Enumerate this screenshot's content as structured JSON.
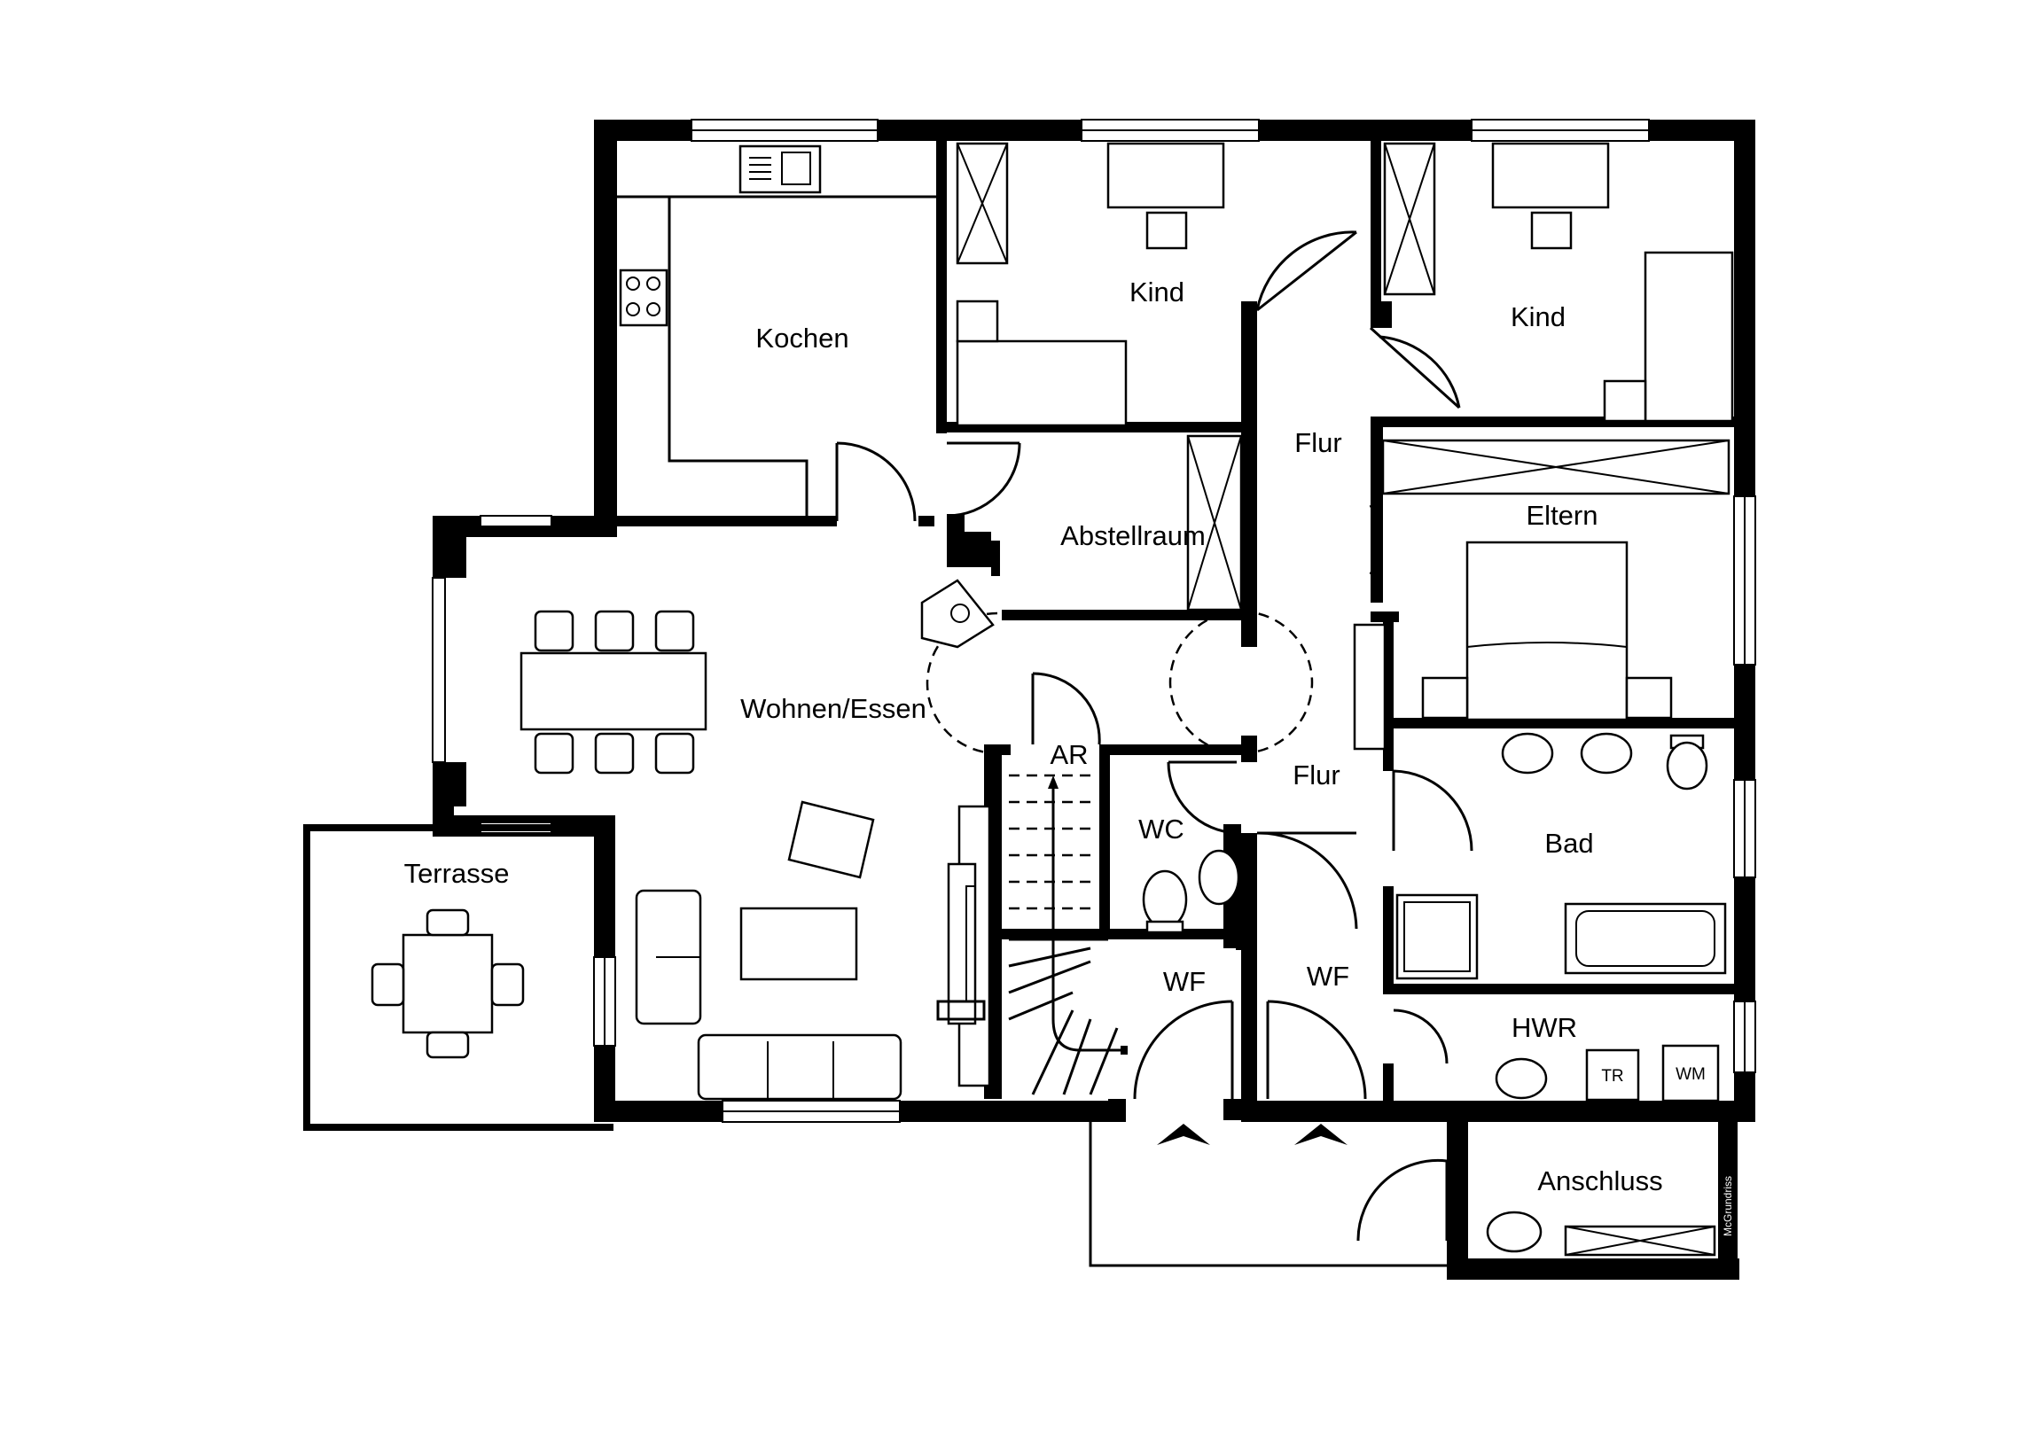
{
  "rooms": {
    "kochen": "Kochen",
    "kind_1": "Kind",
    "kind_2": "Kind",
    "flur_1": "Flur",
    "abstellraum": "Abstellraum",
    "eltern": "Eltern",
    "wohnen_essen": "Wohnen/Essen",
    "ar": "AR",
    "wc": "WC",
    "flur_2": "Flur",
    "bad": "Bad",
    "terrasse": "Terrasse",
    "wf_1": "WF",
    "wf_2": "WF",
    "hwr": "HWR",
    "anschluss": "Anschluss"
  },
  "appliances": {
    "dryer": "TR",
    "washer": "WM"
  },
  "watermark": "McGrundriss"
}
